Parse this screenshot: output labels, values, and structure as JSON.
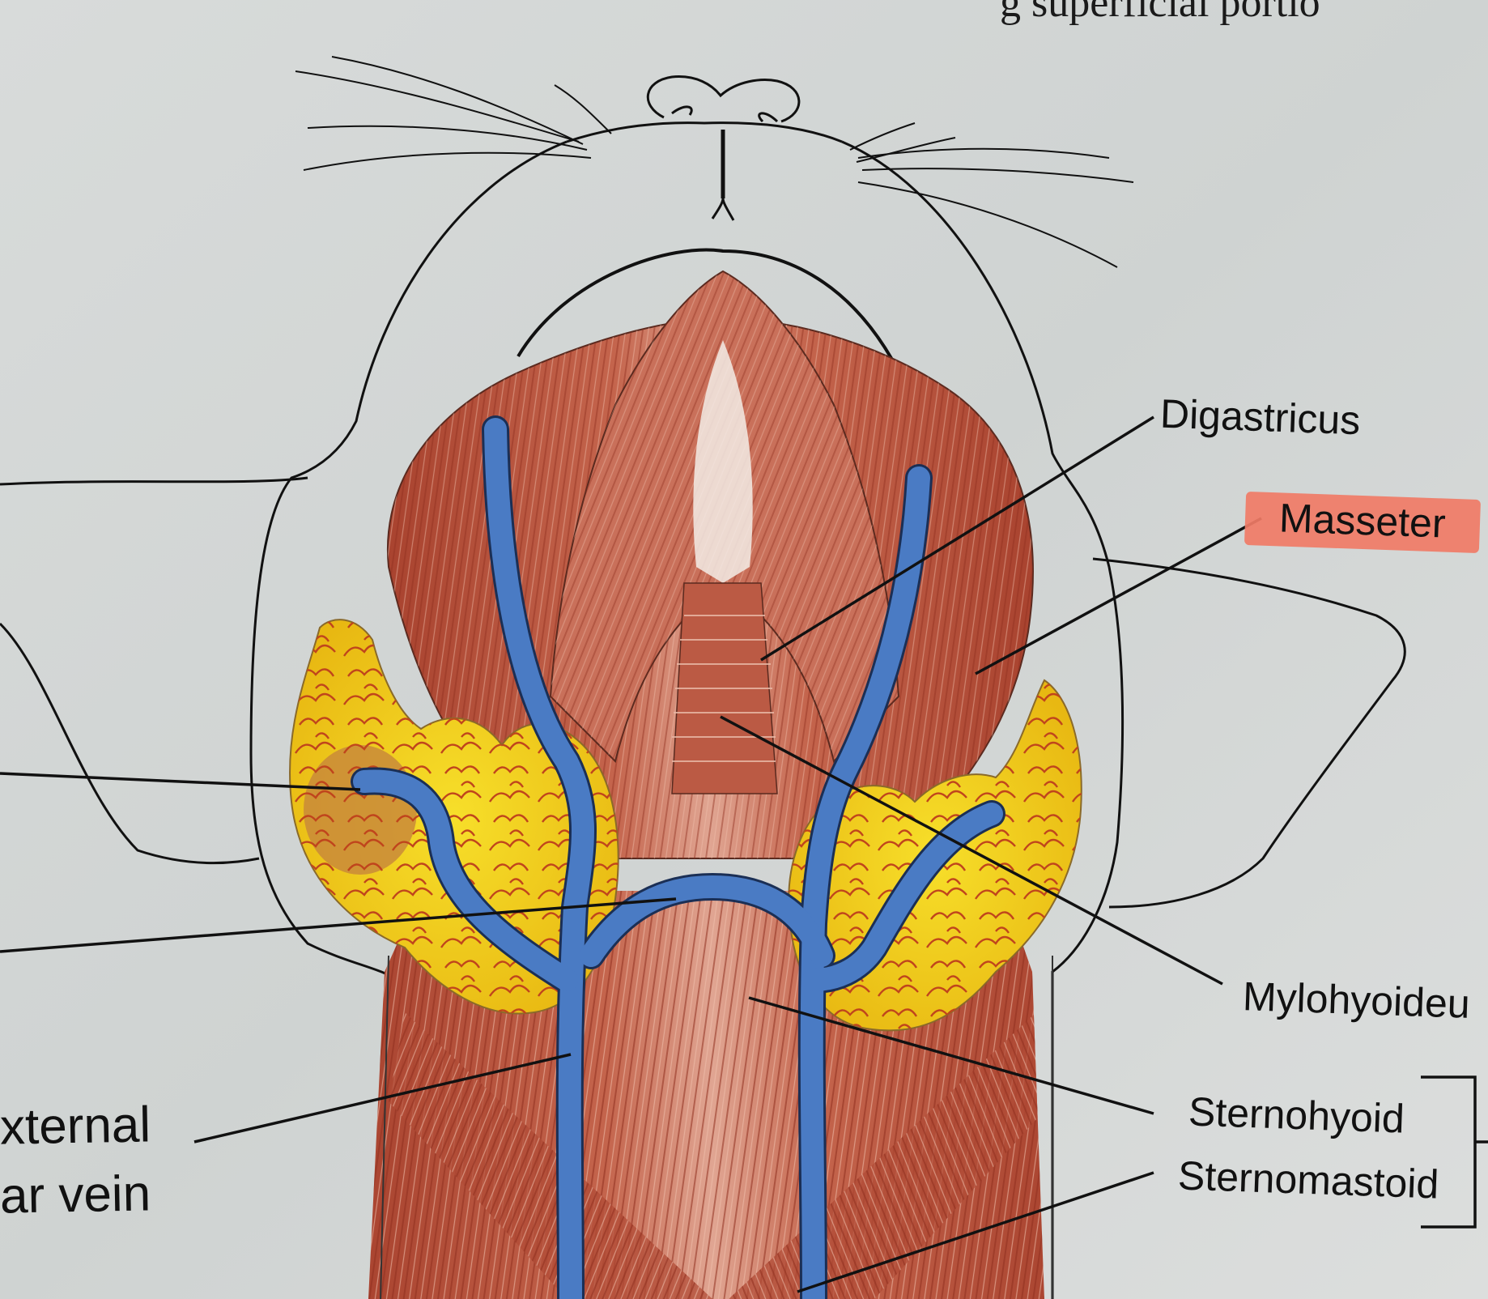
{
  "header_text": "g superficial portio",
  "labels": {
    "digastricus": "Digastricus",
    "masseter": "Masseter",
    "mylohyoideus": "Mylohyoideu",
    "sternohyoid": "Sternohyoid",
    "sternomastoid": "Sternomastoid",
    "external_line1": "xternal",
    "external_line2": "ar vein"
  },
  "colors": {
    "paper": "#d4d7d6",
    "muscle": "#b5523d",
    "muscle_light": "#d98a72",
    "gland": "#f2d21a",
    "vein": "#4a7bc4",
    "highlight": "#f07b66",
    "ink": "#111111"
  }
}
